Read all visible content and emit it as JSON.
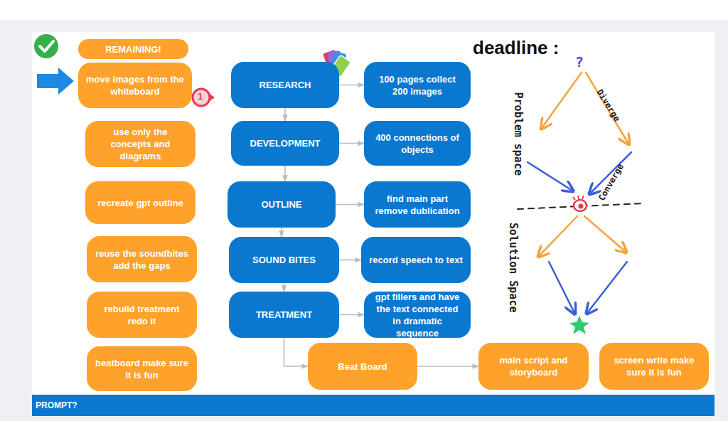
{
  "diagram": {
    "nodes": [
      {
        "text": [
          "REMAINING!"
        ]
      },
      {
        "text": [
          "move images from the whiteboard"
        ]
      },
      {
        "text": [
          "RESEARCH"
        ]
      },
      {
        "text": [
          "100 pages collect 200 images"
        ]
      },
      {
        "text": [
          "use only the concepts and diagrams"
        ]
      },
      {
        "text": [
          "DEVELOPMENT"
        ]
      },
      {
        "text": [
          "400 connections of objects"
        ]
      },
      {
        "text": [
          "recreate gpt outline"
        ]
      },
      {
        "text": [
          "OUTLINE"
        ]
      },
      {
        "text": [
          "find main part remove dublication"
        ]
      },
      {
        "text": [
          "reuse the soundbites add the gaps"
        ]
      },
      {
        "text": [
          "SOUND BITES"
        ]
      },
      {
        "text": [
          "record speech to text"
        ]
      },
      {
        "text": [
          "rebuild treatment redo it"
        ]
      },
      {
        "text": [
          "TREATMENT"
        ]
      },
      {
        "text": [
          "gpt fillers and have the text connected in dramatic sequence"
        ]
      },
      {
        "text": [
          "beatboard make sure it is fun"
        ]
      },
      {
        "text": [
          "Beat Board"
        ]
      },
      {
        "text": [
          "main script and storyboard"
        ]
      },
      {
        "text": [
          "screen write make sure it is fun"
        ]
      },
      {
        "text": [
          "PROMPT?"
        ]
      }
    ],
    "edges": [
      {
        "from": 2,
        "to": 3,
        "arrow": "to"
      },
      {
        "from": 5,
        "to": 6,
        "arrow": "to"
      },
      {
        "from": 8,
        "to": 9,
        "arrow": "to"
      },
      {
        "from": 11,
        "to": 12,
        "arrow": "to"
      },
      {
        "from": 14,
        "to": 15,
        "arrow": "to"
      },
      {
        "from": 17,
        "to": 18,
        "arrow": "to"
      },
      {
        "from": 2,
        "to": 5,
        "arrow": "to"
      },
      {
        "from": 5,
        "to": 8,
        "arrow": "to"
      },
      {
        "from": 8,
        "to": 11,
        "arrow": "to"
      },
      {
        "from": 11,
        "to": 14,
        "arrow": "to"
      },
      {
        "from": 14,
        "to": 17,
        "arrow": "to"
      }
    ],
    "labels": [
      "1",
      "deadline :",
      "?",
      "Problem space",
      "Diverge",
      "Converge",
      "Solution Space"
    ]
  }
}
